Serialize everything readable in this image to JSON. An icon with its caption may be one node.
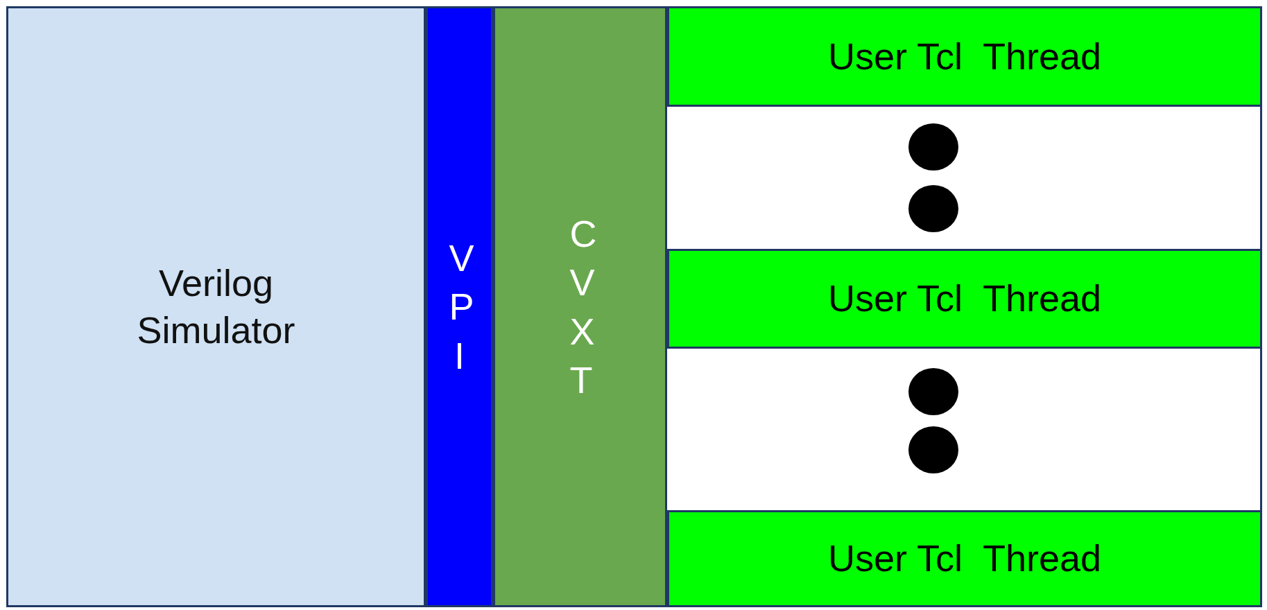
{
  "diagram": {
    "nodes": [
      {
        "text": [
          "Verilog Simulator"
        ]
      },
      {
        "text": [
          "V P I"
        ]
      },
      {
        "text": [
          "C V X T"
        ]
      },
      {
        "text": [
          "User Tcl  Thread"
        ]
      },
      {
        "text": [],
        "shape": "circle"
      },
      {
        "text": [],
        "shape": "circle"
      },
      {
        "text": [
          "User Tcl  Thread"
        ]
      },
      {
        "text": [],
        "shape": "circle"
      },
      {
        "text": [],
        "shape": "circle"
      },
      {
        "text": [
          "User Tcl  Thread"
        ]
      }
    ]
  }
}
